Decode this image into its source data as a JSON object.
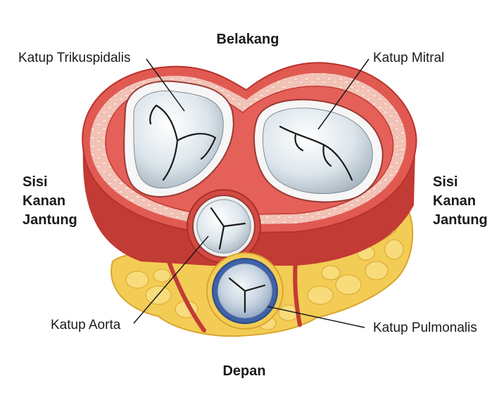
{
  "orientation": {
    "top": "Belakang",
    "bottom": "Depan",
    "left": [
      "Sisi",
      "Kanan",
      "Jantung"
    ],
    "right": [
      "Sisi",
      "Kanan",
      "Jantung"
    ]
  },
  "valves": {
    "tricuspid": "Katup Trikuspidalis",
    "mitral": "Katup Mitral",
    "aortic": "Katup Aorta",
    "pulmonary": "Katup Pulmonalis"
  },
  "colors": {
    "muscle": "#e05a52",
    "muscle_dark": "#c23b35",
    "muscle_light": "#f1a59c",
    "tissue": "#f3c2b6",
    "fat": "#f3cc56",
    "fat_edge": "#d9a62e",
    "valve": "#e8eef2",
    "pulmonary_ring": "#3f62a8"
  }
}
